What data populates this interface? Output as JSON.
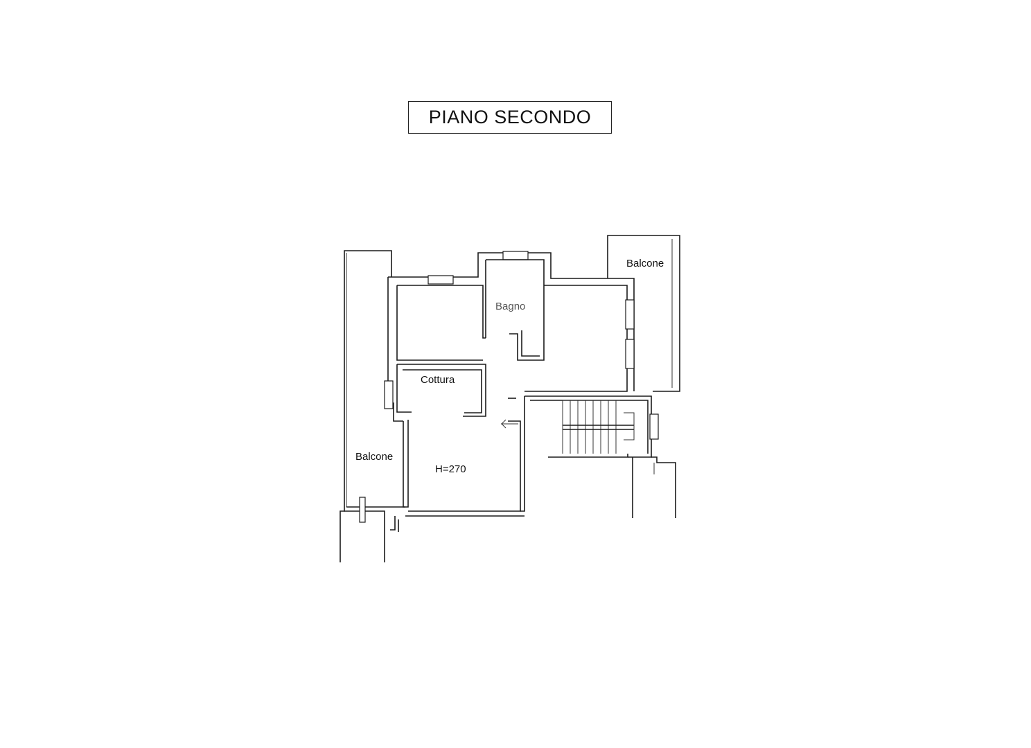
{
  "title": "PIANO SECONDO",
  "rooms": {
    "balcone_top_right": "Balcone",
    "bagno": "Bagno",
    "cottura": "Cottura",
    "balcone_left": "Balcone",
    "height": "H=270"
  },
  "colors": {
    "line": "#1a1a1a",
    "background": "#ffffff"
  }
}
